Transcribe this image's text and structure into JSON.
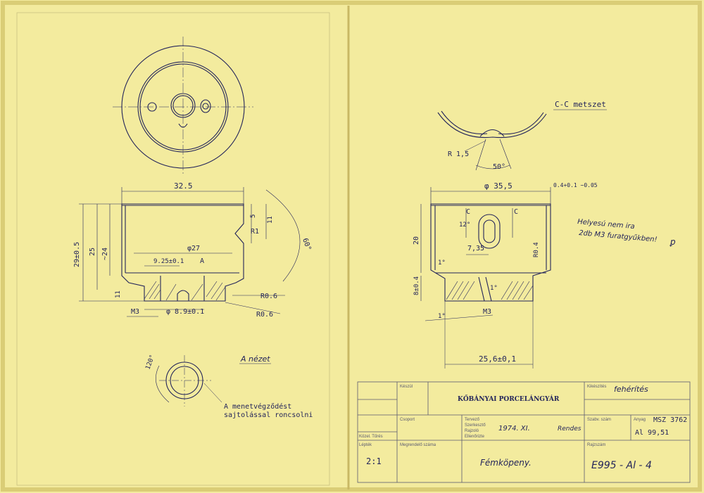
{
  "colors": {
    "paper": "#f3eb9e",
    "paper_dark": "#e8dc86",
    "ink": "#23245a",
    "frame": "#3a3a52"
  },
  "top_view": {
    "labels": []
  },
  "front_view": {
    "dim_width": "32.5",
    "dim_29": "29±0.5",
    "dim_25": "25",
    "dim_24": "~24",
    "dim_11": "11",
    "dim_5": "5",
    "dim_R1": "R1",
    "dim_H": "11",
    "dim_60": "60°",
    "dim_phi27": "φ27",
    "dim_925": "9.25±0.1",
    "section_A": "A",
    "dim_R06a": "R0.6",
    "dim_R06b": "R0.6",
    "dim_M3": "M3",
    "dim_phi89": "φ 8.9±0.1"
  },
  "a_view": {
    "title": "A nézet",
    "angle": "120°",
    "note_line1": "A menetvégződést",
    "note_line2": "sajtolással roncsolni"
  },
  "cc_section": {
    "title": "C-C metszet",
    "radius": "R 1,5",
    "angle": "50°"
  },
  "right_view": {
    "dim_phi355": "φ 35,5",
    "dim_tol": "0.4+0.1 −0.05",
    "dim_20": "20",
    "dim_8": "8±0.4",
    "dim_R04": "R0.4",
    "dim_735": "7,35",
    "dim_12": "12°",
    "dim_1a": "1°",
    "dim_1b": "1°",
    "dim_1c": "1°",
    "label_C1": "C",
    "label_C2": "C",
    "dim_M3": "M3",
    "dim_256": "25,6±0,1"
  },
  "handwritten_note": {
    "line1": "Helyesú nem ira",
    "line2": "2db M3 furatgyűkben!",
    "mark": "ꝑ"
  },
  "title_block": {
    "kesz_label": "Készül",
    "company": "KŐBÁNYAI PORCELÁNGYÁR",
    "kikeszites_label": "Kikészítés",
    "kikeszites_value": "fehérítés",
    "csoport_label": "Csoport",
    "tervezo": "Tervező",
    "szerkeszto": "Szerkesztő",
    "rajzolo": "Rajzoló",
    "ellenorizte": "Ellenőrizte",
    "date_value": "1974. XI.",
    "signature": "Rendes",
    "szabv_label": "Szabv. szám",
    "anyag_label": "Anyag",
    "anyag_value1": "MSZ 3762",
    "anyag_value2": "Al 99,51",
    "kozel_label": "Közel. Tűrés",
    "lepitek_label": "Lépték",
    "scale_value": "2:1",
    "megrendelo_label": "Megrendelő száma",
    "name_value": "Fémköpeny.",
    "rajzszam_label": "Rajzszám",
    "drawing_number": "E995 - Al - 4"
  }
}
